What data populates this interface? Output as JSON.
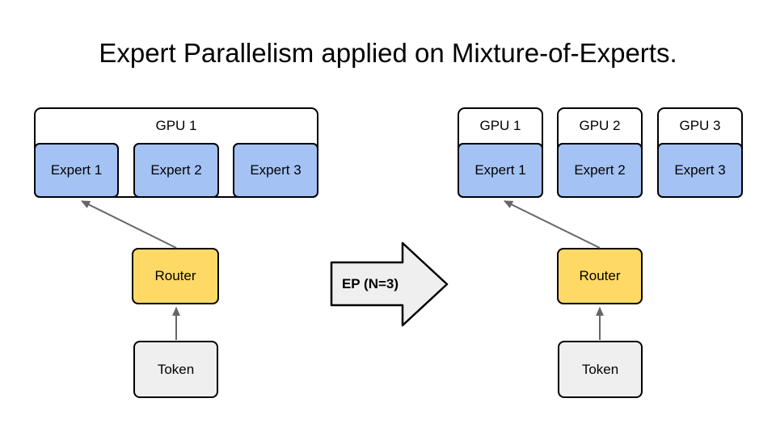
{
  "title": "Expert Parallelism applied on Mixture-of-Experts.",
  "before": {
    "gpu_label": "GPU 1",
    "experts": [
      "Expert 1",
      "Expert 2",
      "Expert 3"
    ],
    "router_label": "Router",
    "token_label": "Token"
  },
  "transform": {
    "label": "EP (N=3)"
  },
  "after": {
    "gpus": [
      {
        "label": "GPU 1",
        "expert": "Expert 1"
      },
      {
        "label": "GPU 2",
        "expert": "Expert 2"
      },
      {
        "label": "GPU 3",
        "expert": "Expert 3"
      }
    ],
    "router_label": "Router",
    "token_label": "Token"
  },
  "colors": {
    "expert_fill": "#a4c2f4",
    "router_fill": "#ffd966",
    "token_fill": "#efefef",
    "block_arrow_fill": "#efefef",
    "connector": "#666666",
    "border": "#000000",
    "background": "#ffffff"
  }
}
